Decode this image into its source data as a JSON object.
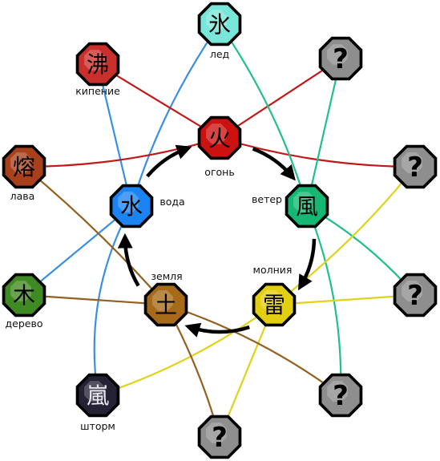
{
  "nodes": [
    {
      "id": "fire",
      "glyph": "火",
      "label": "огонь",
      "color": "#cc1111",
      "text": "#000000"
    },
    {
      "id": "wind",
      "glyph": "風",
      "label": "ветер",
      "color": "#14b872",
      "text": "#000000"
    },
    {
      "id": "lightning",
      "glyph": "雷",
      "label": "молния",
      "color": "#e3cf12",
      "text": "#000000"
    },
    {
      "id": "earth",
      "glyph": "土",
      "label": "земля",
      "color": "#a66a18",
      "text": "#000000"
    },
    {
      "id": "water",
      "glyph": "水",
      "label": "вода",
      "color": "#1b84f2",
      "text": "#000000"
    },
    {
      "id": "ice",
      "glyph": "氷",
      "label": "лед",
      "color": "#79e6d9",
      "text": "#000000"
    },
    {
      "id": "boil",
      "glyph": "沸",
      "label": "кипение",
      "color": "#c9302c",
      "text": "#000000"
    },
    {
      "id": "lava",
      "glyph": "熔",
      "label": "лава",
      "color": "#a8401c",
      "text": "#000000"
    },
    {
      "id": "wood",
      "glyph": "木",
      "label": "дерево",
      "color": "#3f8a22",
      "text": "#000000"
    },
    {
      "id": "storm",
      "glyph": "嵐",
      "label": "шторм",
      "color": "#262236",
      "text": "#e8e8f0"
    },
    {
      "id": "q1",
      "glyph": "?",
      "label": "",
      "color": "#8e8e8e",
      "text": "#000000"
    },
    {
      "id": "q2",
      "glyph": "?",
      "label": "",
      "color": "#8e8e8e",
      "text": "#000000"
    },
    {
      "id": "q3",
      "glyph": "?",
      "label": "",
      "color": "#8e8e8e",
      "text": "#000000"
    },
    {
      "id": "q4",
      "glyph": "?",
      "label": "",
      "color": "#8e8e8e",
      "text": "#000000"
    },
    {
      "id": "q5",
      "glyph": "?",
      "label": "",
      "color": "#8e8e8e",
      "text": "#000000"
    }
  ],
  "links": [
    {
      "from": "water",
      "to": "ice",
      "color": "#3a8fe0"
    },
    {
      "from": "water",
      "to": "boil",
      "color": "#3a8fe0"
    },
    {
      "from": "water",
      "to": "wood",
      "color": "#3a8fe0"
    },
    {
      "from": "water",
      "to": "storm",
      "color": "#3a8fe0"
    },
    {
      "from": "fire",
      "to": "boil",
      "color": "#c01818"
    },
    {
      "from": "fire",
      "to": "lava",
      "color": "#c01818"
    },
    {
      "from": "fire",
      "to": "q1",
      "color": "#c01818"
    },
    {
      "from": "fire",
      "to": "q2",
      "color": "#c01818"
    },
    {
      "from": "wind",
      "to": "ice",
      "color": "#20c08a"
    },
    {
      "from": "wind",
      "to": "q1",
      "color": "#20c08a"
    },
    {
      "from": "wind",
      "to": "q3",
      "color": "#20c08a"
    },
    {
      "from": "wind",
      "to": "q4",
      "color": "#20c08a"
    },
    {
      "from": "lightning",
      "to": "q2",
      "color": "#e0d21a"
    },
    {
      "from": "lightning",
      "to": "q3",
      "color": "#e0d21a"
    },
    {
      "from": "lightning",
      "to": "q5",
      "color": "#e0d21a"
    },
    {
      "from": "lightning",
      "to": "storm",
      "color": "#e0d21a"
    },
    {
      "from": "earth",
      "to": "lava",
      "color": "#946020"
    },
    {
      "from": "earth",
      "to": "wood",
      "color": "#946020"
    },
    {
      "from": "earth",
      "to": "q4",
      "color": "#946020"
    },
    {
      "from": "earth",
      "to": "q5",
      "color": "#946020"
    }
  ],
  "cycle": [
    "fire",
    "wind",
    "lightning",
    "earth",
    "water"
  ]
}
